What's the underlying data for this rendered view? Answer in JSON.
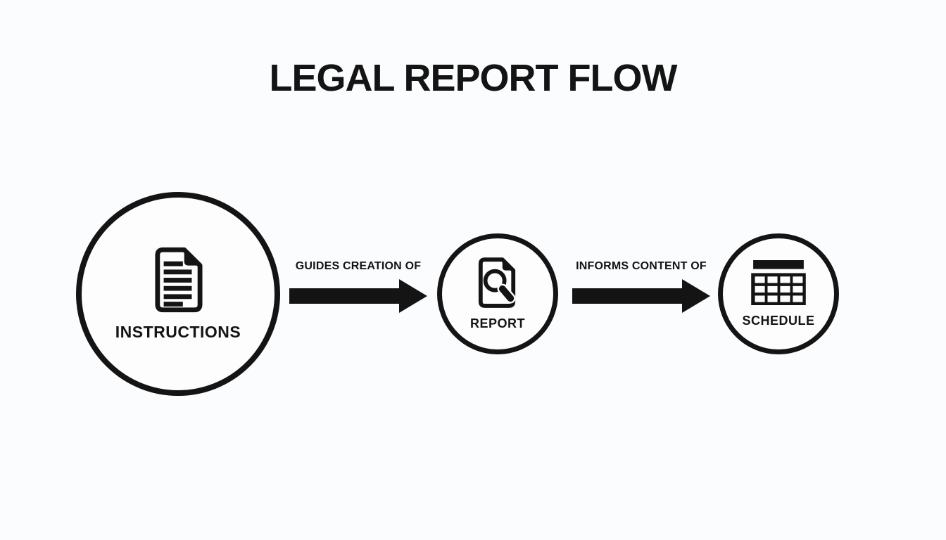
{
  "title": "LEGAL REPORT FLOW",
  "colors": {
    "ink": "#141414",
    "background": "#fbfcfd"
  },
  "nodes": [
    {
      "id": "instructions",
      "label": "INSTRUCTIONS",
      "icon": "document-lines-icon"
    },
    {
      "id": "report",
      "label": "REPORT",
      "icon": "document-magnifier-icon"
    },
    {
      "id": "schedule",
      "label": "SCHEDULE",
      "icon": "table-grid-icon"
    }
  ],
  "connectors": [
    {
      "from": "instructions",
      "to": "report",
      "label": "GUIDES CREATION OF",
      "icon": "arrow-right-icon"
    },
    {
      "from": "report",
      "to": "schedule",
      "label": "INFORMS CONTENT OF",
      "icon": "arrow-right-icon"
    }
  ]
}
